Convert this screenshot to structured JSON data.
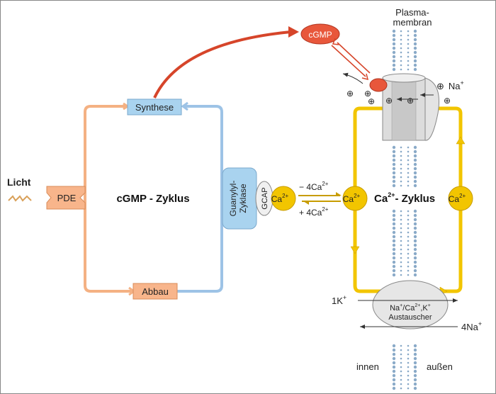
{
  "labels": {
    "membrane_line1": "Plasma-",
    "membrane_line2": "membran",
    "cgmp": "cGMP",
    "na_plus": "Na",
    "licht": "Licht",
    "pde": "PDE",
    "synthese": "Synthese",
    "abbau": "Abbau",
    "cgmp_cycle": "cGMP - Zyklus",
    "guanylyl_line1": "Guanylyl-",
    "guanylyl_line2": "Zyklase",
    "gcap": "GCAP",
    "ca_label": "Ca",
    "minus_4ca": "− 4Ca",
    "plus_4ca": "+ 4Ca",
    "ca_cycle_prefix": "Ca",
    "ca_cycle_suffix": "- Zyklus",
    "one_k": "1K",
    "exchanger_line1": "Na",
    "exchanger_line1b": "/Ca",
    "exchanger_line1c": ",K",
    "exchanger_line2": "Austauscher",
    "four_na": "4Na",
    "innen": "innen",
    "aussen": "außen",
    "plus_sign": "+",
    "two_plus": "2+",
    "circled_plus": "⊕"
  },
  "colors": {
    "orange_loop": "#f4b183",
    "orange_fill": "#f8b58b",
    "blue_loop": "#9dc3e6",
    "blue_fill": "#a9d3ef",
    "yellow": "#f2c500",
    "yellow_dark": "#c79c00",
    "red_arrow": "#d6452a",
    "cgmp_fill": "#e8573b",
    "membrane_dot": "#8aaac8",
    "channel_gray": "#d9d9d9"
  }
}
